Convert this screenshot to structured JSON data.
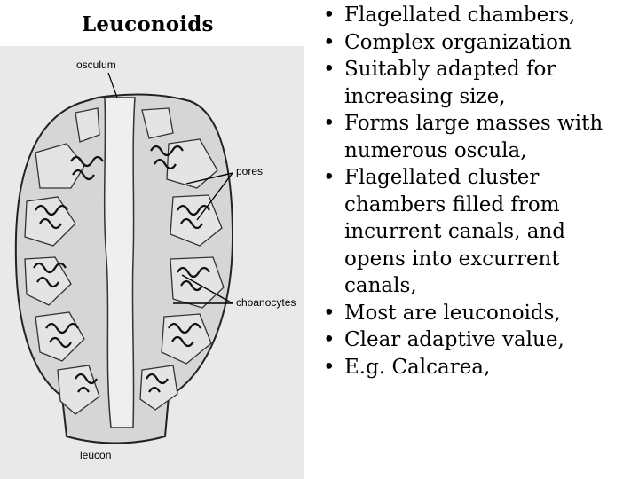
{
  "title": "Leuconoids",
  "figure": {
    "labels": {
      "osculum": "osculum",
      "pores": "pores",
      "choanocytes": "choanocytes",
      "caption": "leucon"
    }
  },
  "bullets": [
    "Flagellated chambers,",
    "Complex organization",
    "Suitably adapted for increasing size,",
    "Forms large masses with numerous oscula,",
    "Flagellated cluster chambers filled from incurrent canals, and opens into excurrent canals,",
    "Most are leuconoids,",
    "Clear adaptive value,",
    "E.g. Calcarea,"
  ]
}
